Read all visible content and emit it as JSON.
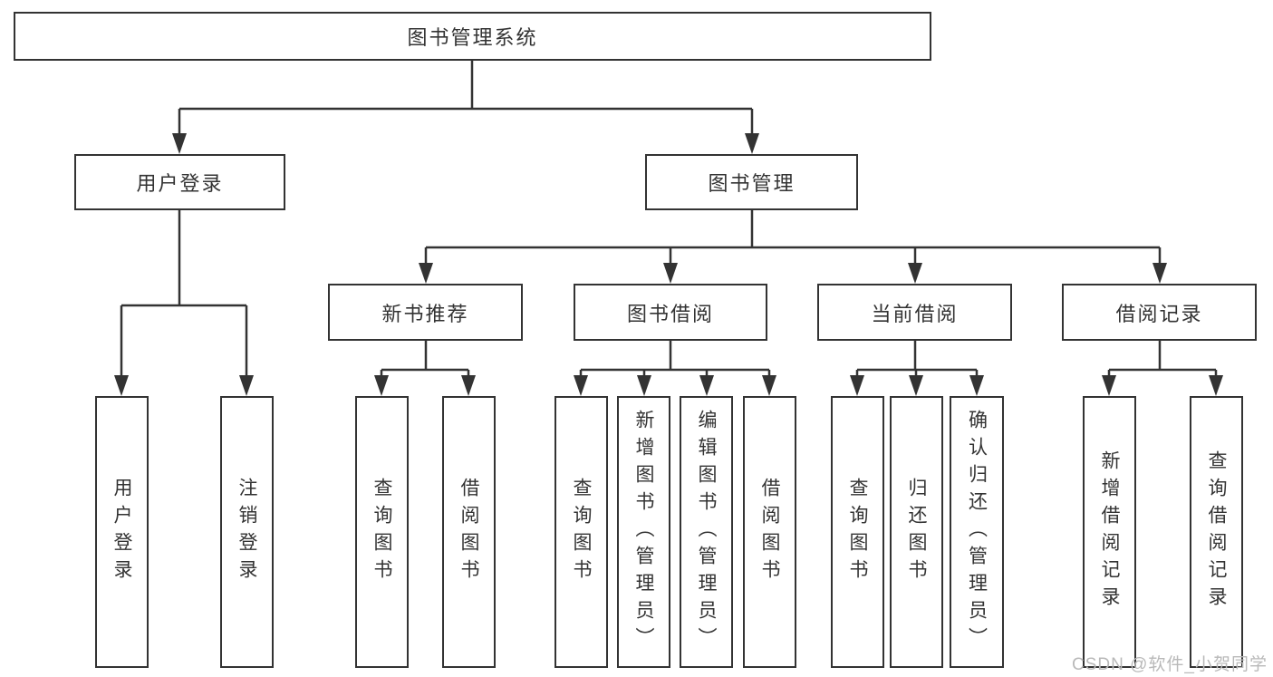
{
  "diagram": {
    "root": {
      "label": "图书管理系统"
    },
    "branches": [
      {
        "label": "用户登录",
        "children": [
          {
            "label": "用户登录"
          },
          {
            "label": "注销登录"
          }
        ]
      },
      {
        "label": "图书管理",
        "children": [
          {
            "label": "新书推荐",
            "children": [
              {
                "label": "查询图书"
              },
              {
                "label": "借阅图书"
              }
            ]
          },
          {
            "label": "图书借阅",
            "children": [
              {
                "label": "查询图书"
              },
              {
                "label": "新增图书（管理员）"
              },
              {
                "label": "编辑图书（管理员）"
              },
              {
                "label": "借阅图书"
              }
            ]
          },
          {
            "label": "当前借阅",
            "children": [
              {
                "label": "查询图书"
              },
              {
                "label": "归还图书"
              },
              {
                "label": "确认归还（管理员）"
              }
            ]
          },
          {
            "label": "借阅记录",
            "children": [
              {
                "label": "新增借阅记录"
              },
              {
                "label": "查询借阅记录"
              }
            ]
          }
        ]
      }
    ],
    "colors": {
      "line": "#333333",
      "box_border": "#333333",
      "box_background": "#ffffff",
      "label_text": "#333333"
    }
  },
  "watermark": {
    "text": "CSDN @软件_小贺同学",
    "color": "#b9b9b9"
  }
}
